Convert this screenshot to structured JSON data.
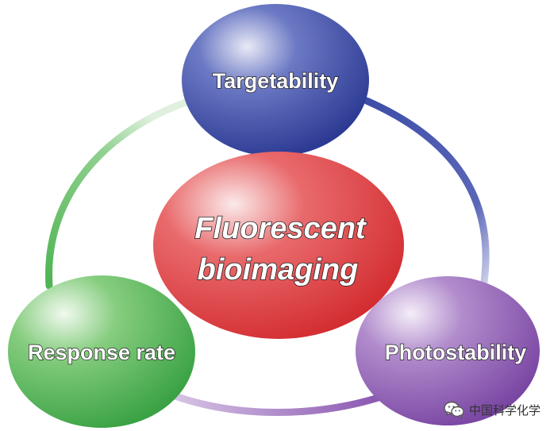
{
  "diagram": {
    "center": {
      "line1": "Fluorescent",
      "line2": "bioimaging",
      "color": "#e0353a"
    },
    "nodes": {
      "top": {
        "label": "Targetability",
        "color": "#3d4ea8"
      },
      "left": {
        "label": "Response rate",
        "color": "#4fb453"
      },
      "right": {
        "label": "Photostability",
        "color": "#8a56b0"
      }
    },
    "ring_colors": {
      "top_right": "#3d4ea8",
      "right_bottom": "#8a56b0",
      "left": "#4fb453"
    }
  },
  "watermark": {
    "text": "中国科学化学",
    "icon": "wechat-icon"
  }
}
